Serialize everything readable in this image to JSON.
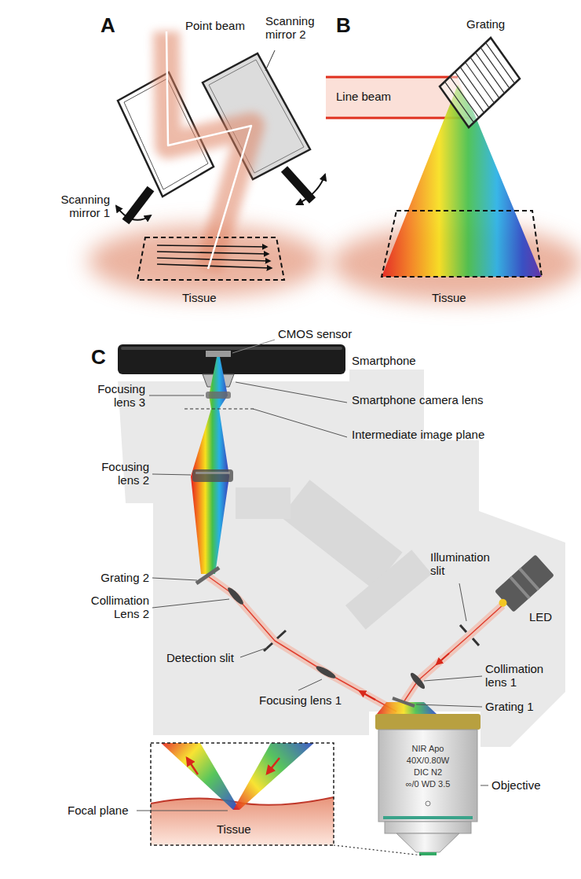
{
  "diagram": {
    "labels": [
      "A",
      "Point beam",
      "Scanning mirror 2",
      "Scanning mirror 1",
      "Tissue",
      "B",
      "Grating",
      "Line beam",
      "Tissue",
      "C",
      "CMOS sensor",
      "Smartphone",
      "Focusing lens 3",
      "Smartphone camera lens",
      "Intermediate image plane",
      "Focusing lens 2",
      "Illumination slit",
      "LED",
      "Grating 2",
      "Collimation Lens 2",
      "Detection slit",
      "Focusing lens 1",
      "Collimation lens 1",
      "Grating 1",
      "NIR Apo",
      "40X/0.80W",
      "DIC N2",
      "∞/0 WD 3.5",
      "Objective",
      "Focal plane",
      "Tissue"
    ]
  }
}
